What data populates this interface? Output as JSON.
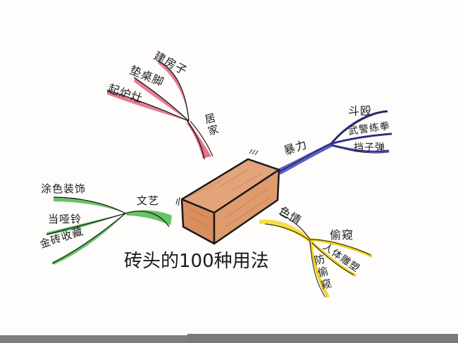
{
  "title": "砖头的100种用法",
  "center": {
    "name": "brick",
    "color": "#d9956a",
    "outline": "#1a1a1a"
  },
  "branches": [
    {
      "id": "home",
      "label": "居家",
      "color": "#d63a5a",
      "children": [
        "建房子",
        "垫桌脚",
        "起炉灶"
      ]
    },
    {
      "id": "violence",
      "label": "暴力",
      "color": "#3d3db0",
      "children": [
        "斗殴",
        "武警练拳",
        "挡子弹"
      ]
    },
    {
      "id": "arts",
      "label": "文艺",
      "color": "#3aa83a",
      "children": [
        "涂色装饰",
        "当哑铃",
        "金砖收藏"
      ]
    },
    {
      "id": "erotic",
      "label": "色情",
      "color": "#f2d21e",
      "children": [
        "偷窥",
        "人体雕塑",
        "防偷窥"
      ]
    }
  ],
  "colors": {
    "paper": "#fefdfb",
    "ink": "#1a1a1a",
    "bottom_strip": "#7d7d7d"
  }
}
